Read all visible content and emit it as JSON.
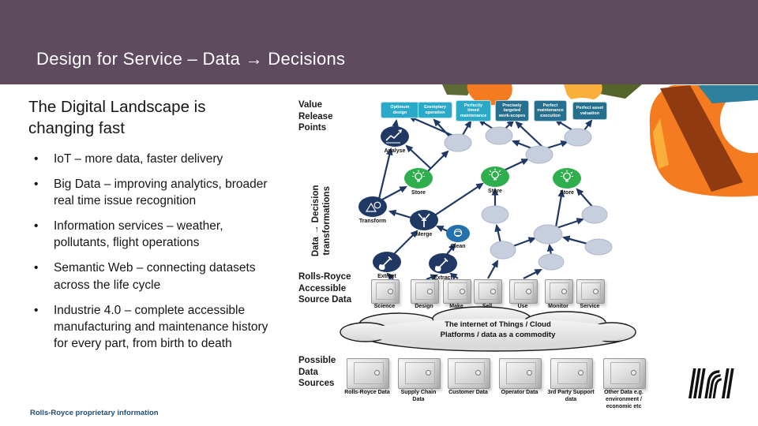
{
  "header": {
    "title": "Design for Service – Data → Decisions"
  },
  "content": {
    "heading": "The Digital Landscape is changing fast",
    "bullets": [
      "IoT – more data, faster delivery",
      "Big Data – improving analytics, broader real time issue recognition",
      "Information services – weather, pollutants, flight operations",
      "Semantic Web – connecting datasets across the life cycle",
      "Industrie 4.0 – complete accessible manufacturing and maintenance history for every part, from birth to death"
    ],
    "footer": "Rolls-Royce proprietary information"
  },
  "diagram": {
    "labels": {
      "value_release_points": "Value Release Points",
      "transformations": "Data → Decision transformations",
      "accessible_source": "Rolls-Royce Accessible Source Data",
      "possible_sources": "Possible Data Sources"
    },
    "value_boxes": [
      {
        "label": "Optimum design",
        "style": "light"
      },
      {
        "label": "Exemplary operation",
        "style": "light"
      },
      {
        "label": "Perfectly timed maintenance",
        "style": "light"
      },
      {
        "label": "Precisely targeted work-scopes",
        "style": "dark"
      },
      {
        "label": "Perfect maintenance execution",
        "style": "dark"
      },
      {
        "label": "Perfect asset valuation",
        "style": "dark"
      }
    ],
    "node_labels": {
      "analyse": "Analyse",
      "store1": "Store",
      "store2": "Store",
      "store3": "Store",
      "transform": "Transform",
      "merge": "Merge",
      "clean": "Clean",
      "extract1": "Extract",
      "extract2": "Extract"
    },
    "icons": {
      "analyse": "line-chart",
      "store": "lightbulb",
      "transform": "shapes",
      "merge": "converging-arrows",
      "clean": "globe-swirl",
      "extract": "shovel",
      "data_vault": "safe",
      "cloud": "cloud-shape"
    },
    "accessible_row": [
      "Science",
      "Design",
      "Make",
      "Sell",
      "Use",
      "Monitor",
      "Service"
    ],
    "cloud": {
      "line1": "The internet of Things / Cloud",
      "line2": "Platforms / data as a commodity"
    },
    "source_row": [
      "Rolls-Royce Data",
      "Supply Chain Data",
      "Customer Data",
      "Operator Data",
      "3rd Party Support data",
      "Other Data e.g. environment / economic etc"
    ],
    "colors": {
      "header": "#5e4b5e",
      "navy": "#1f3864",
      "store_green": "#2eae4d",
      "box_light": "#2aa9c9",
      "box_dark": "#26708f",
      "clean_blue": "#2471ad",
      "node_grey": "#c7cedd",
      "accent_orange": "#f47b20",
      "accent_amber": "#fbaf3b",
      "accent_olive": "#5c6a33",
      "accent_maroon": "#8f3a10",
      "accent_teal": "#2f7f9f",
      "footer_blue": "#1f4e79"
    }
  }
}
